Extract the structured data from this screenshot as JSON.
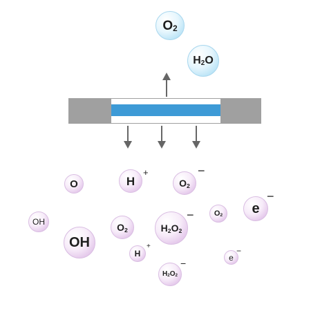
{
  "top_molecules": [
    {
      "id": "o2",
      "base": "O",
      "sub": "2"
    },
    {
      "id": "h2o",
      "base": "H",
      "sub": "2",
      "tail": "O"
    }
  ],
  "membrane": {
    "frame_color": "#a0a0a0",
    "window_color": "#ffffff",
    "film_color": "#3d9ad6"
  },
  "arrow_color": "#666666",
  "species": [
    {
      "id": "o",
      "base": "O",
      "charge": ""
    },
    {
      "id": "h-plus-1",
      "base": "H",
      "charge": "+"
    },
    {
      "id": "o2-minus-1",
      "base": "O",
      "sub": "2",
      "charge": "−"
    },
    {
      "id": "oh-small",
      "base": "OH",
      "charge": ""
    },
    {
      "id": "o2-neutral",
      "base": "O",
      "sub": "2",
      "charge": ""
    },
    {
      "id": "h2o2-minus-1",
      "base": "H",
      "sub": "2",
      "tail": "O",
      "sub2": "2",
      "charge": "−"
    },
    {
      "id": "o2-minus-small",
      "base": "O",
      "sub": "2",
      "charge": ""
    },
    {
      "id": "e-minus-1",
      "base": "e",
      "charge": "−"
    },
    {
      "id": "oh-large",
      "base": "OH",
      "charge": ""
    },
    {
      "id": "h-plus-2",
      "base": "H",
      "charge": "+"
    },
    {
      "id": "e-minus-2",
      "base": "e",
      "charge": "−"
    },
    {
      "id": "h2o2-minus-2",
      "base": "H",
      "sub": "2",
      "tail": "O",
      "sub2": "2",
      "charge": "−"
    }
  ]
}
